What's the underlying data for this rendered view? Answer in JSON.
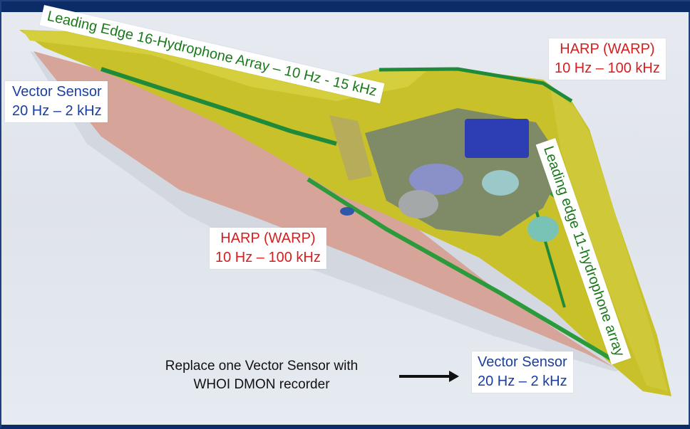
{
  "diagram": {
    "labels": {
      "leading_edge_16": "Leading Edge 16-Hydrophone Array – 10 Hz - 15 kHz",
      "leading_edge_11": "Leading edge  11-hydrophone array",
      "vector_sensor_left": {
        "line1": "Vector Sensor",
        "line2": "20 Hz – 2 kHz"
      },
      "harp_top": {
        "line1": "HARP (WARP)",
        "line2": "10 Hz – 100 kHz"
      },
      "harp_mid": {
        "line1": "HARP (WARP)",
        "line2": "10 Hz – 100 kHz"
      },
      "vector_sensor_bottom": {
        "line1": "Vector Sensor",
        "line2": "20 Hz – 2 kHz"
      },
      "replace_note": {
        "line1": "Replace one Vector Sensor with",
        "line2": "WHOI DMON recorder"
      }
    },
    "colors": {
      "background": "#e3e7ed",
      "frame": "#0b2c66",
      "hull_yellow": "#c9c229",
      "hull_green_trim": "#1f8a3a",
      "interior_pink": "#d7a49a",
      "label_blue": "#1a3f9e",
      "label_red": "#d41f1f",
      "label_green": "#1a7a1a"
    }
  }
}
